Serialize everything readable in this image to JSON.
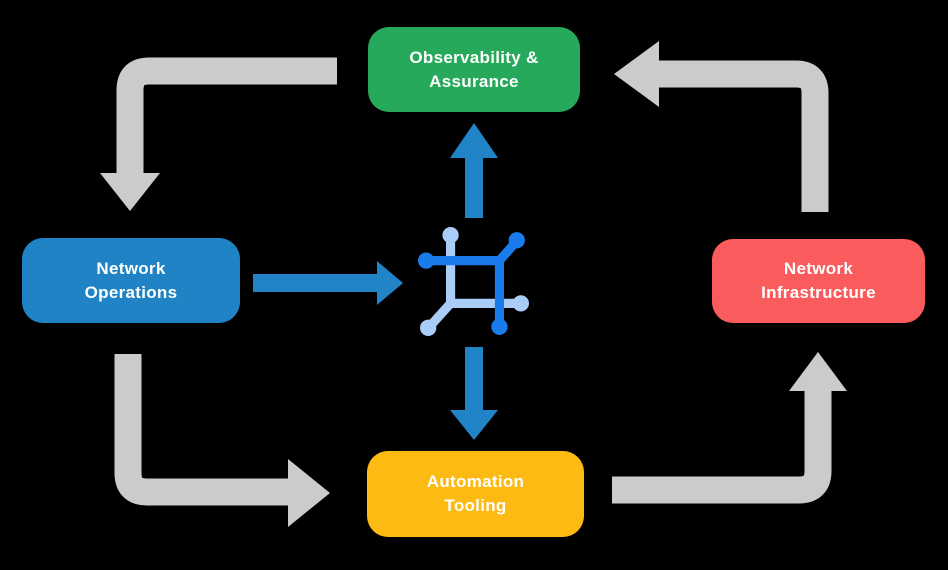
{
  "colors": {
    "background": "#000000",
    "arrow_gray": "#CBCBCB",
    "arrow_blue": "#2184C7",
    "icon_dark_blue": "#1A7CEC",
    "icon_light_blue": "#A9CDF6",
    "node_text": "#FFFFFF"
  },
  "nodes": {
    "observability": {
      "line1": "Observability &",
      "line2": "Assurance",
      "color": "#26A95A"
    },
    "operations": {
      "line1": "Network",
      "line2": "Operations",
      "color": "#1F83C5"
    },
    "infrastructure": {
      "line1": "Network",
      "line2": "Infrastructure",
      "color": "#FA5C5E"
    },
    "automation": {
      "line1": "Automation",
      "line2": "Tooling",
      "color": "#FCBA12"
    }
  },
  "edges": [
    {
      "from": "Observability & Assurance",
      "to": "Network Operations",
      "style": "gray-elbow"
    },
    {
      "from": "Network Operations",
      "to": "Automation Tooling",
      "style": "gray-elbow"
    },
    {
      "from": "Automation Tooling",
      "to": "Network Infrastructure",
      "style": "gray-elbow"
    },
    {
      "from": "Network Infrastructure",
      "to": "Observability & Assurance",
      "style": "gray-elbow"
    },
    {
      "from": "Network Operations",
      "to": "core-icon",
      "style": "blue-straight"
    },
    {
      "from": "core-icon",
      "to": "Observability & Assurance",
      "style": "blue-straight"
    },
    {
      "from": "core-icon",
      "to": "Automation Tooling",
      "style": "blue-straight"
    }
  ]
}
